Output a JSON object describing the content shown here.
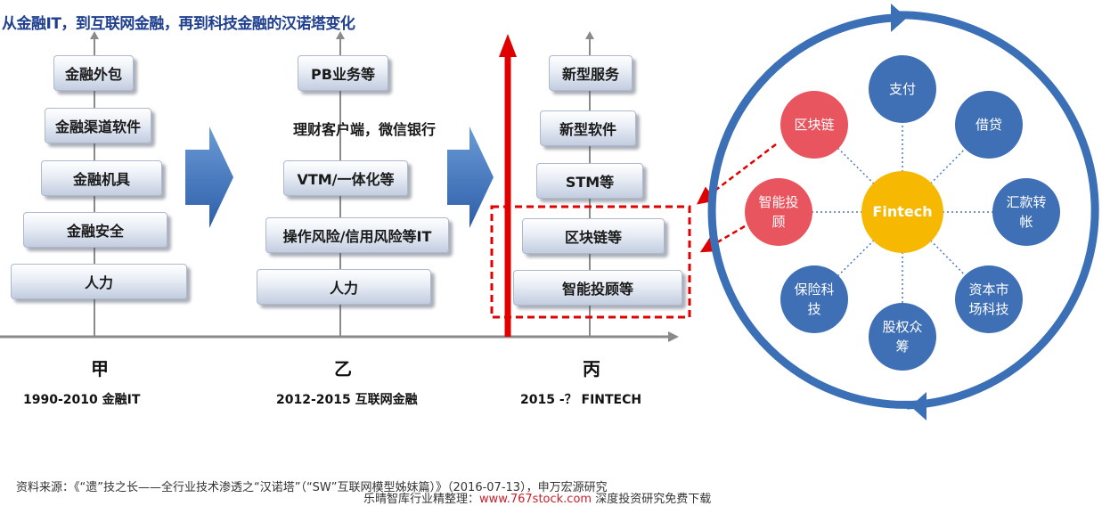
{
  "title": "从金融IT，到互联网金融，再到科技金融的汉诺塔变化",
  "stages": [
    {
      "label": "甲",
      "period": "1990-2010 金融IT",
      "layers": [
        "金融外包",
        "金融渠道软件",
        "金融机具",
        "金融安全",
        "人力"
      ]
    },
    {
      "label": "乙",
      "period": "2012-2015 互联网金融",
      "layers": [
        "PB业务等",
        "理财客户端，微信银行",
        "VTM/一体化等",
        "操作风险/信用风险等IT",
        "人力"
      ]
    },
    {
      "label": "丙",
      "period": "2015 -？ FINTECH",
      "layers": [
        "新型服务",
        "新型软件",
        "STM等",
        "区块链等",
        "智能投顾等"
      ]
    }
  ],
  "fintech_center": "Fintech",
  "fintech_nodes": [
    {
      "label": "支付",
      "color": "blue"
    },
    {
      "label": "借贷",
      "color": "blue"
    },
    {
      "label": "汇款转帐",
      "color": "blue"
    },
    {
      "label": "资本市场科技",
      "color": "blue"
    },
    {
      "label": "股权众筹",
      "color": "blue"
    },
    {
      "label": "保险科技",
      "color": "blue"
    },
    {
      "label": "智能投顾",
      "color": "red"
    },
    {
      "label": "区块链",
      "color": "red"
    }
  ],
  "colors": {
    "title": "#1f3f8f",
    "node_blue": "#3f6fb4",
    "node_red": "#e8555f",
    "center": "#f6b800",
    "ring": "#3b6fb6",
    "highlight": "#e00000"
  },
  "source": "资料来源：《“遗”技之长——全行业技术渗透之“汉诺塔”（“SW”互联网模型姊妹篇）》（2016-07-13），申万宏源研究",
  "watermark_prefix": "乐晴智库行业精整理：",
  "watermark_url": "www.767stock.com",
  "watermark_suffix": " 深度投资研究免费下载"
}
